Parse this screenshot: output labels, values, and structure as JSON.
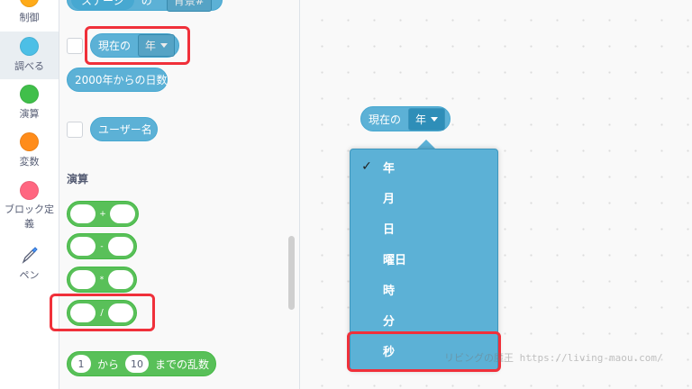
{
  "sidebar": {
    "items": [
      {
        "label": "制御",
        "color": "#ffab19"
      },
      {
        "label": "調べる",
        "color": "#5cb1d6",
        "selected": true
      },
      {
        "label": "演算",
        "color": "#59c059"
      },
      {
        "label": "変数",
        "color": "#ff8c1a"
      },
      {
        "label": "ブロック定義",
        "color": "#ff6680"
      },
      {
        "label": "ペン",
        "icon": "pen-icon"
      }
    ]
  },
  "palette": {
    "backdrop_block": {
      "target": "ステージ",
      "of": "の",
      "property": "背景#"
    },
    "current_block": {
      "label": "現在の",
      "value": "年"
    },
    "days_block": {
      "label": "2000年からの日数"
    },
    "username_block": {
      "label": "ユーザー名"
    },
    "operators_heading": "演算",
    "operators": [
      "+",
      "-",
      "*",
      "/"
    ],
    "random_block": {
      "from": "1",
      "from_label": "から",
      "to": "10",
      "to_label": "までの乱数"
    }
  },
  "workspace": {
    "current_block": {
      "label": "現在の",
      "value": "年"
    },
    "dropdown": {
      "selected": "年",
      "check": "✓",
      "options": [
        "年",
        "月",
        "日",
        "曜日",
        "時",
        "分",
        "秒"
      ]
    },
    "watermark": "リビングの魔王 https://living-maou.com/"
  },
  "colors": {
    "sensing": "#5cb1d6",
    "operators": "#59c059",
    "highlight": "#f0303a"
  }
}
